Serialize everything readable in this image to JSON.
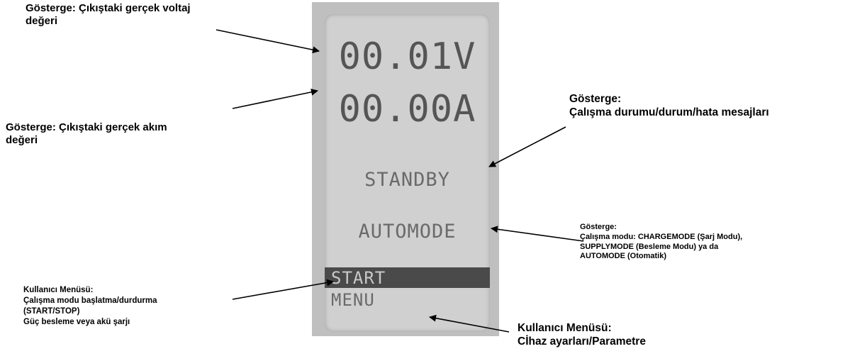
{
  "labels": {
    "voltage": [
      "Gösterge: Çıkıştaki gerçek voltaj",
      "değeri"
    ],
    "current": [
      "Gösterge: Çıkıştaki gerçek akım",
      "değeri"
    ],
    "status": [
      "Gösterge:",
      "Çalışma durumu/durum/hata mesajları"
    ],
    "mode": [
      "Gösterge:",
      "Çalışma modu: CHARGEMODE (Şarj Modu),",
      "SUPPLYMODE (Besleme Modu) ya da",
      "AUTOMODE (Otomatik)"
    ],
    "user_menu": [
      "Kullanıcı Menüsü:",
      "Çalışma modu başlatma/durdurma",
      "(START/STOP)",
      "Güç besleme veya akü şarjı"
    ],
    "device_menu": [
      "Kullanıcı Menüsü:",
      "Cİhaz ayarları/Parametre"
    ]
  },
  "display": {
    "voltage": "00.01V",
    "current": "00.00A",
    "status": "STANDBY",
    "mode": "AUTOMODE",
    "menu_start": "START",
    "menu_menu": "MENU"
  }
}
